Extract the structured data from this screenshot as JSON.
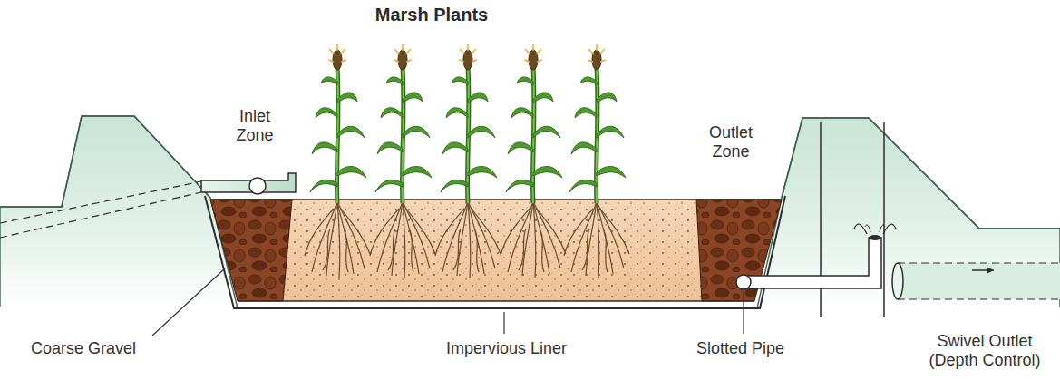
{
  "diagram": {
    "title": "Marsh Plants",
    "labels": [
      "Inlet Zone",
      "Outlet Zone",
      "Coarse Gravel",
      "Impervious Liner",
      "Slotted Pipe",
      "Swivel Outlet (Depth Control)"
    ]
  }
}
